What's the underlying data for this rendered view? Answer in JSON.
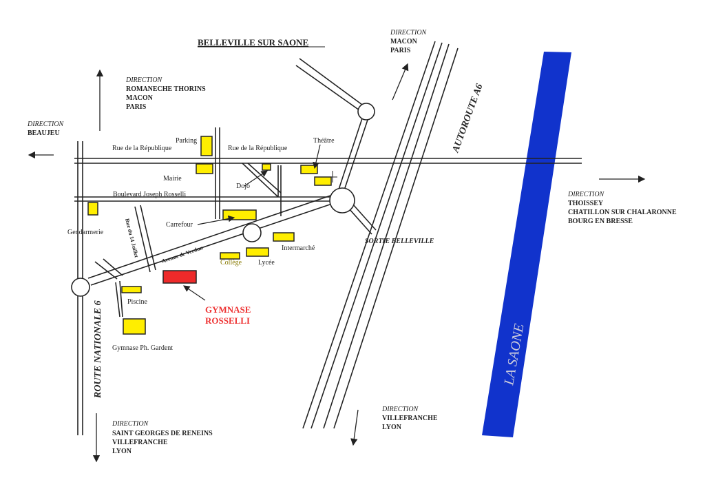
{
  "title": "BELLEVILLE SUR SAONE",
  "directions": {
    "north_center": {
      "label": "DIRECTION",
      "lines": [
        "MACON",
        "PARIS"
      ]
    },
    "north_left": {
      "label": "DIRECTION",
      "lines": [
        "ROMANECHE THORINS",
        "MACON",
        "PARIS"
      ]
    },
    "west": {
      "label": "DIRECTION",
      "lines": [
        "BEAUJEU"
      ]
    },
    "east": {
      "label": "DIRECTION",
      "lines": [
        "THOISSEY",
        "CHATILLON SUR CHALARONNE",
        "BOURG EN BRESSE"
      ]
    },
    "south_center": {
      "label": "DIRECTION",
      "lines": [
        "VILLEFRANCHE",
        "LYON"
      ]
    },
    "south_left": {
      "label": "DIRECTION",
      "lines": [
        "SAINT GEORGES DE RENEINS",
        "VILLEFRANCHE",
        "LYON"
      ]
    }
  },
  "roads": {
    "rue_republique": "Rue de la République",
    "boulevard": "Boulevard Joseph Rosselli",
    "avenue_verdun": "Avenue de Verdun",
    "rue_14_juillet": "Rue du 14 Juillet",
    "route_nationale": "ROUTE NATIONALE 6",
    "autoroute": "AUTOROUTE A6",
    "sortie": "SORTIE BELLEVILLE",
    "river": "LA SAONE"
  },
  "places": {
    "parking": "Parking",
    "mairie": "Mairie",
    "dojo": "Dojo",
    "theatre": "Théâtre",
    "gendarmerie": "Gendarmerie",
    "carrefour": "Carrefour",
    "intermarche": "Intermarché",
    "college": "Collège",
    "lycee": "Lycée",
    "piscine": "Piscine",
    "gymnase_gardent": "Gymnase Ph. Gardent"
  },
  "destination": {
    "line1": "GYMNASE",
    "line2": "ROSSELLI"
  },
  "colors": {
    "building": "#ffee00",
    "destination": "#ee2a2a",
    "river": "#1133cc"
  }
}
